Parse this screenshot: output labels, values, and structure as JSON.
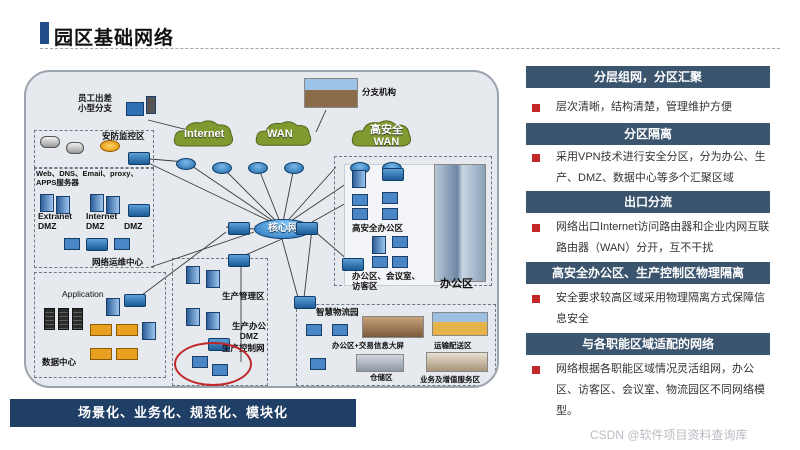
{
  "page": {
    "title": "园区基础网络",
    "banner": "场景化、业务化、规范化、模块化",
    "watermark": "CSDN @软件项目资料查询库"
  },
  "diagram": {
    "clouds": [
      "Internet",
      "WAN",
      "高安全\nWAN"
    ],
    "core": "核心网",
    "labels": {
      "remote_worker": "员工出差\n小型分支",
      "branch": "分支机构",
      "security_monitor": "安防监控区",
      "dmz_servers": "Web、DNS、Email、proxy、\nAPPS服务器",
      "extranet_dmz": "Extranet\nDMZ",
      "internet_dmz": "Internet\nDMZ",
      "dmz": "DMZ",
      "netops_center": "网络运维中心",
      "application": "Application",
      "data_center": "数据中心",
      "prod_mgmt": "生产管理区",
      "prod_office_dmz": "生产办公\nDMZ",
      "prod_control_net": "生产控制网",
      "high_sec_office": "高安全办公区",
      "office_meeting_visitor": "办公区、会议室、\n访客区",
      "office_area": "办公区",
      "smart_logistics": "智慧物流园",
      "office_trading_screen": "办公区+交易信息大屏",
      "transport_dispatch": "运输配送区",
      "warehouse": "仓储区",
      "business_service": "业务及增值服务区"
    }
  },
  "sections": [
    {
      "heading": "分层组网，分区汇聚",
      "items": [
        "层次清晰，结构清楚，管理维护方便"
      ]
    },
    {
      "heading": "分区隔离",
      "items": [
        "采用VPN技术进行安全分区，分为办公、生产、DMZ、数据中心等多个汇聚区域"
      ]
    },
    {
      "heading": "出口分流",
      "items": [
        "网络出口Internet访问路由器和企业内网互联路由器（WAN）分开，互不干扰"
      ]
    },
    {
      "heading": "高安全办公区、生产控制区物理隔离",
      "items": [
        "安全要求较高区域采用物理隔离方式保障信息安全"
      ]
    },
    {
      "heading": "与各职能区域适配的网络",
      "items": [
        "网络根据各职能区域情况灵活组网，办公区、访客区、会议室、物流园区不同网络模型。"
      ]
    }
  ],
  "colors": {
    "heading_bg": "#3c556f",
    "bullet": "#c0282a",
    "banner_bg": "#1f3f66",
    "title_accent": "#1f4e8a"
  }
}
